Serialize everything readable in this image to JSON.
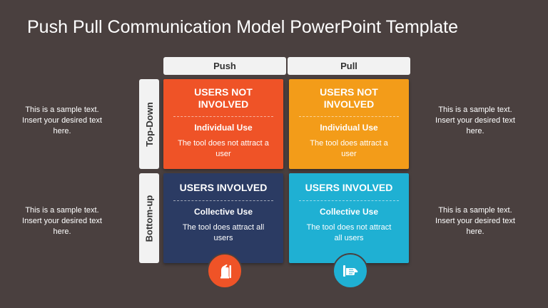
{
  "title": "Push Pull Communication Model PowerPoint Template",
  "columns": [
    "Push",
    "Pull"
  ],
  "rows": [
    "Top-Down",
    "Bottom-up"
  ],
  "cards": [
    {
      "heading": "USERS NOT INVOLVED",
      "sub": "Individual Use",
      "desc": "The tool does not attract a user",
      "color": "#ef5327"
    },
    {
      "heading": "USERS NOT INVOLVED",
      "sub": "Individual Use",
      "desc": "The tool does attract a user",
      "color": "#f39c19"
    },
    {
      "heading": "USERS INVOLVED",
      "sub": "Collective Use",
      "desc": "The tool does attract all users",
      "color": "#2b3b63"
    },
    {
      "heading": "USERS INVOLVED",
      "sub": "Collective Use",
      "desc": "The tool does not attract all users",
      "color": "#1fb0d3"
    }
  ],
  "side_text": {
    "left_top": "This is a sample text. Insert your desired text here.",
    "left_bottom": "This is a sample text. Insert your desired text here.",
    "right_top": "This is a sample text. Insert your desired text here.",
    "right_bottom": "This is a sample text. Insert your desired text here."
  },
  "icons": {
    "push": "push-hand-icon",
    "pull": "pull-hand-icon",
    "push_color": "#ef5327",
    "pull_color": "#1fb0d3"
  }
}
